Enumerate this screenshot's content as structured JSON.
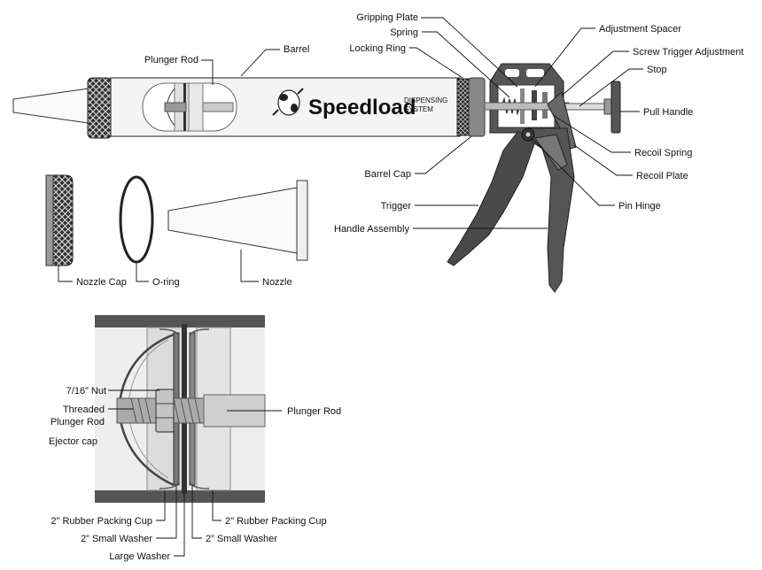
{
  "logo": {
    "word": "Speedload",
    "sub_line1": "DISPENSING",
    "sub_line2": "SYSTEM"
  },
  "labels": {
    "gripping_plate": "Gripping Plate",
    "spring": "Spring",
    "locking_ring": "Locking Ring",
    "adjustment_spacer": "Adjustment Spacer",
    "screw_trigger_adjustment": "Screw Trigger Adjustment",
    "stop": "Stop",
    "pull_handle": "Pull Handle",
    "recoil_spring": "Recoil Spring",
    "recoil_plate": "Recoil Plate",
    "pin_hinge": "Pin Hinge",
    "plunger_rod": "Plunger Rod",
    "barrel": "Barrel",
    "barrel_cap": "Barrel Cap",
    "trigger": "Trigger",
    "handle_assembly": "Handle Assembly",
    "nozzle_cap": "Nozzle Cap",
    "o_ring": "O-ring",
    "nozzle": "Nozzle"
  },
  "detail": {
    "nut": "7/16” Nut",
    "threaded_1": "Threaded",
    "threaded_2": "Plunger Rod",
    "ejector_cap": "Ejector cap",
    "plunger_rod": "Plunger Rod",
    "rubber_cup_left": "2\" Rubber Packing Cup",
    "small_washer_left": "2” Small Washer",
    "large_washer": "Large Washer",
    "rubber_cup_right": "2\" Rubber Packing Cup",
    "small_washer_right": "2” Small Washer"
  },
  "colors": {
    "barrel_fill": "#f3f3f3",
    "part_grey": "#c8c8c8",
    "dark_grey": "#555555",
    "handle": "#4a4a4a"
  }
}
